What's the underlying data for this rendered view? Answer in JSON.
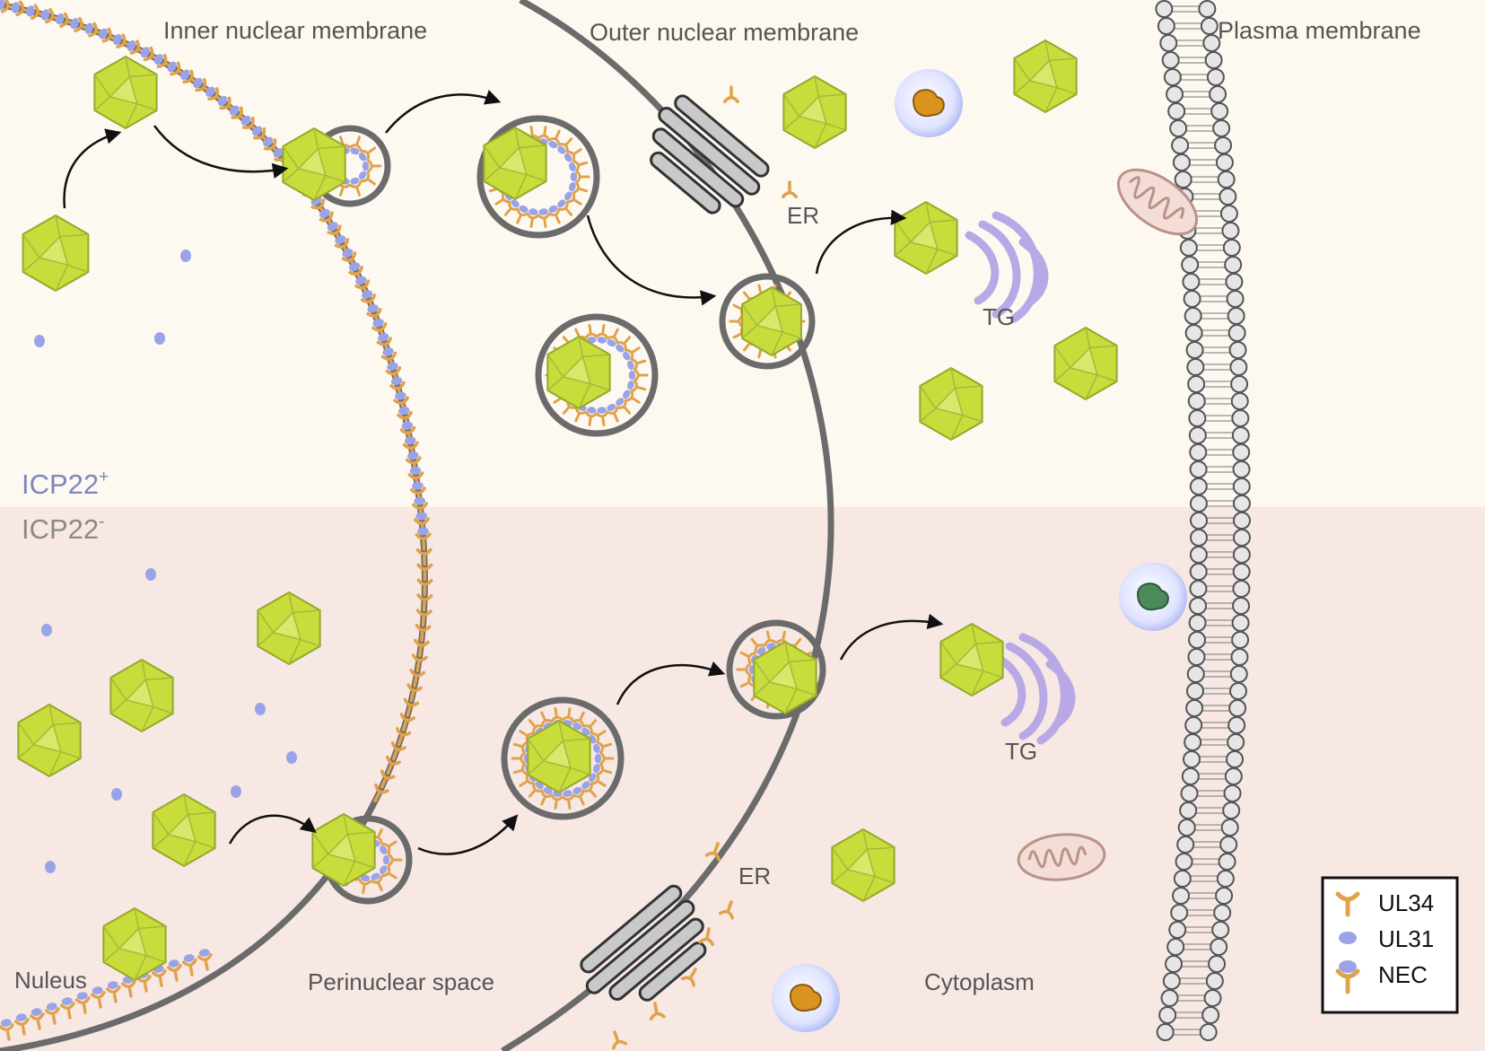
{
  "labels": {
    "inner_membrane": "Inner nuclear membrane",
    "outer_membrane": "Outer nuclear membrane",
    "plasma_membrane": "Plasma membrane",
    "icp22_plus_base": "ICP22",
    "icp22_plus_sup": "+",
    "icp22_minus_base": "ICP22",
    "icp22_minus_sup": "-",
    "er_top": "ER",
    "er_bottom": "ER",
    "tg_top": "TG",
    "tg_bottom": "TG",
    "nucleus": "Nuleus",
    "perinuclear": "Perinuclear space",
    "cytoplasm": "Cytoplasm"
  },
  "legend": {
    "items": [
      {
        "label": "UL34",
        "icon": "ul34-y-shape-icon"
      },
      {
        "label": "UL31",
        "icon": "ul31-dot-icon"
      },
      {
        "label": "NEC",
        "icon": "nec-complex-icon"
      }
    ]
  },
  "colors": {
    "top_background": "#fdf9f1",
    "bottom_background": "#f7e8e4",
    "membrane": "#6b6b6b",
    "capsid": "#c8dc3c",
    "ul34": "#e0a24b",
    "ul31": "#9aa3e8",
    "text": "#555555",
    "icp22_text": "#7d86c0"
  }
}
